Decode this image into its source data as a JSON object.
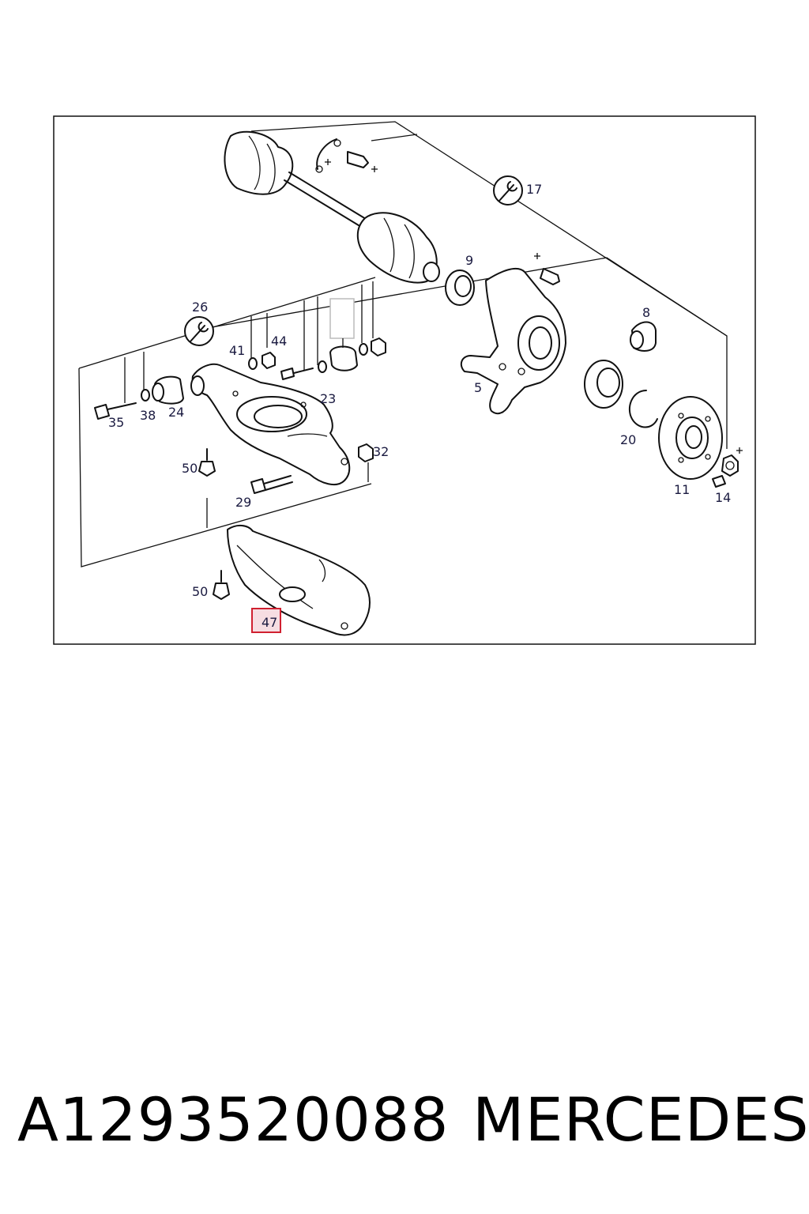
{
  "callouts": [
    {
      "id": "c17",
      "text": "17"
    },
    {
      "id": "c9",
      "text": "9"
    },
    {
      "id": "c26",
      "text": "26"
    },
    {
      "id": "c8",
      "text": "8"
    },
    {
      "id": "c41",
      "text": "41"
    },
    {
      "id": "c44",
      "text": "44"
    },
    {
      "id": "c23",
      "text": "23"
    },
    {
      "id": "c5",
      "text": "5"
    },
    {
      "id": "c35",
      "text": "35"
    },
    {
      "id": "c38",
      "text": "38"
    },
    {
      "id": "c24",
      "text": "24"
    },
    {
      "id": "c20",
      "text": "20"
    },
    {
      "id": "c32",
      "text": "32"
    },
    {
      "id": "c50a",
      "text": "50"
    },
    {
      "id": "c29",
      "text": "29"
    },
    {
      "id": "c11",
      "text": "11"
    },
    {
      "id": "c14",
      "text": "14"
    },
    {
      "id": "c50b",
      "text": "50"
    },
    {
      "id": "c47",
      "text": "47"
    }
  ],
  "highlight": {
    "callout": "47",
    "stroke_color": "#d02030",
    "fill_color": "#f6dde2"
  },
  "caption": {
    "part_number": "A1293520088",
    "brand": "MERCEDES"
  }
}
